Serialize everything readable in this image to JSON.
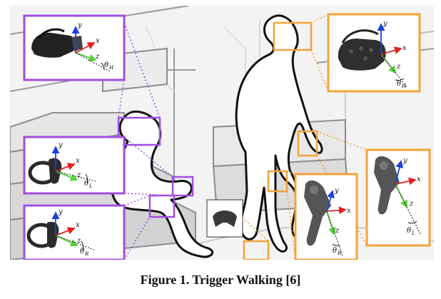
{
  "caption": "Figure 1. Trigger Walking [6]",
  "colors": {
    "purple": "#a24ee0",
    "orange": "#f2a33a",
    "axis_y": "#1f3fd9",
    "axis_x": "#e02020",
    "axis_z": "#5bd13b"
  },
  "icons": [
    "vr-headset-icon",
    "vive-headset-icon",
    "left-controller-icon",
    "right-controller-icon",
    "vive-controller-icon",
    "vive-tracker-icon"
  ],
  "axes": {
    "x": "x",
    "y": "y",
    "z": "z",
    "theta": "θ",
    "sub_h": "H",
    "sub_l": "L",
    "sub_r": "R"
  }
}
